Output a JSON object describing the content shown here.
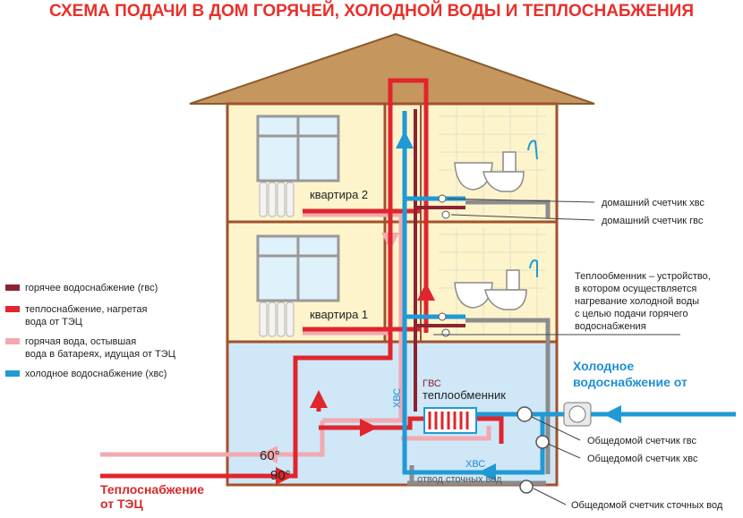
{
  "title": "СХЕМА ПОДАЧИ В ДОМ ГОРЯЧЕЙ, ХОЛОДНОЙ ВОДЫ И ТЕПЛОСНАБЖЕНИЯ",
  "apartments": {
    "upper": "квартира 2",
    "lower": "квартира 1"
  },
  "legend": [
    {
      "lines": [
        "горячее водоснабжение (гвс)"
      ],
      "color": "#8b2332"
    },
    {
      "lines": [
        "теплоснабжение, нагретая",
        "вода от ТЭЦ"
      ],
      "color": "#e0252c"
    },
    {
      "lines": [
        "горячая вода, остывшая",
        "вода в батареях, идущая от ТЭЦ"
      ],
      "color": "#f2a9b0"
    },
    {
      "lines": [
        "холодное водоснабжение (хвс)"
      ],
      "color": "#1f9ad6"
    }
  ],
  "meters": {
    "home_cold": "домашний счетчик хвс",
    "home_hot": "домашний счетчик гвс",
    "common_hot": "Общедомой счетчик гвс",
    "common_cold": "Общедомой счетчик хвс",
    "common_sewage": "Общедомой счетчик сточных вод"
  },
  "heat_exchanger": {
    "name": "теплообменник",
    "note": [
      "Теплообменник – устройство,",
      "в котором осуществляется",
      "нагревание холодной воды",
      "с целью подачи горячего",
      "водоснабжения"
    ]
  },
  "labels": {
    "gvs": "ГВС",
    "hvs_vertical": "ХВС",
    "hvs_horizontal": "ХВС",
    "sewage": "отвод сточных вод",
    "cold_supply": [
      "Холодное",
      "водоснабжение от"
    ],
    "heat_supply": [
      "Теплоснабжение",
      "от ТЭЦ"
    ],
    "temp_return": "60°",
    "temp_supply": "90°"
  },
  "colors": {
    "hot_water": "#8b2332",
    "heating": "#e0252c",
    "return": "#f2a9b0",
    "cold": "#1f9ad6",
    "sewage": "#8c8c8c",
    "roof": "#c5965e",
    "wall": "#a0522d",
    "apartment": "#fdf4cc",
    "basement": "#cfe7f7"
  }
}
